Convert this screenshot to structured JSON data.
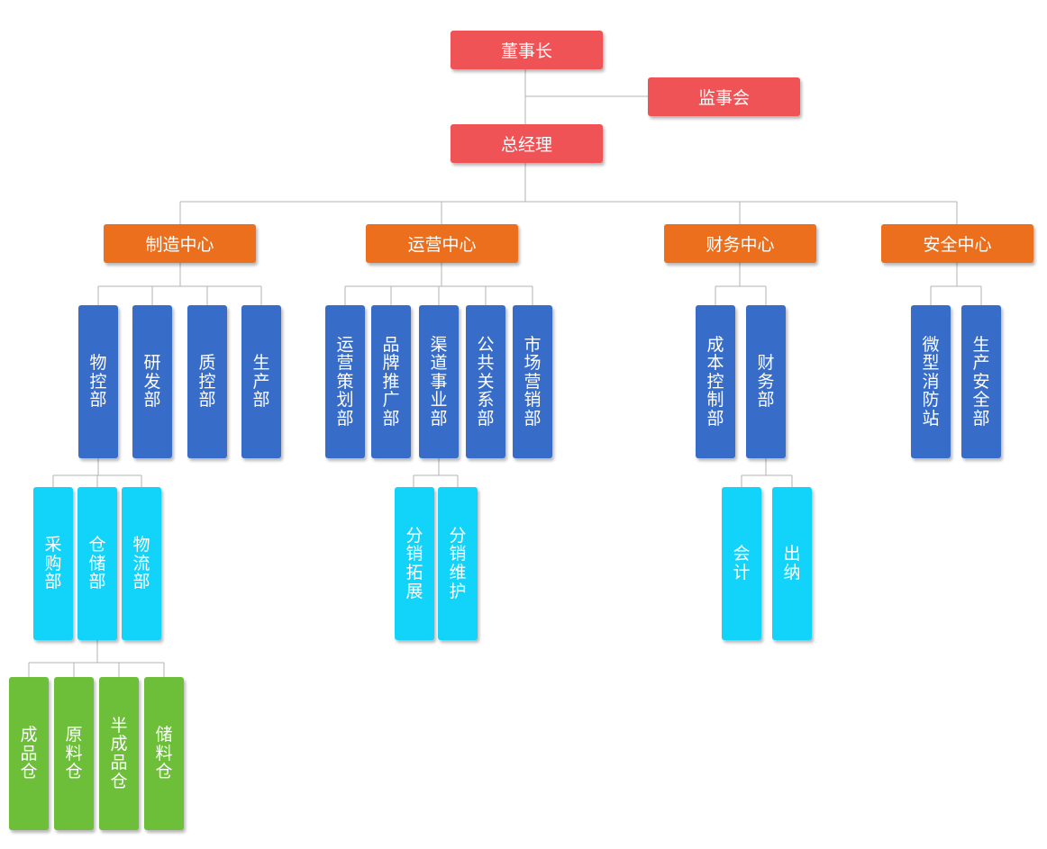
{
  "colors": {
    "top": "#f05356",
    "center": "#ec6f1e",
    "department": "#386cc9",
    "sub_department": "#12d3fa",
    "warehouse": "#6dbf3a",
    "connector": "#b3b3b3"
  },
  "top": {
    "chairman": "董事长",
    "supervisory_board": "监事会",
    "general_manager": "总经理"
  },
  "centers": {
    "manufacturing": {
      "label": "制造中心",
      "departments": {
        "materials": {
          "label": "物控部",
          "subs": {
            "purchasing": {
              "label": "采购部"
            },
            "warehousing": {
              "label": "仓储部",
              "warehouses": {
                "finished": "成品仓",
                "raw": "原料仓",
                "semi": "半成品仓",
                "storage": "储料仓"
              }
            },
            "logistics": {
              "label": "物流部"
            }
          }
        },
        "rnd": {
          "label": "研发部"
        },
        "qc": {
          "label": "质控部"
        },
        "production": {
          "label": "生产部"
        }
      }
    },
    "operations": {
      "label": "运营中心",
      "departments": {
        "planning": {
          "label": "运营策划部"
        },
        "brand": {
          "label": "品牌推广部"
        },
        "channel": {
          "label": "渠道事业部",
          "subs": {
            "expansion": {
              "label": "分销拓展"
            },
            "maintenance": {
              "label": "分销维护"
            }
          }
        },
        "pr": {
          "label": "公共关系部"
        },
        "marketing": {
          "label": "市场营销部"
        }
      }
    },
    "finance": {
      "label": "财务中心",
      "departments": {
        "cost": {
          "label": "成本控制部"
        },
        "finance": {
          "label": "财务部",
          "subs": {
            "accounting": {
              "label": "会计"
            },
            "cashier": {
              "label": "出纳"
            }
          }
        }
      }
    },
    "safety": {
      "label": "安全中心",
      "departments": {
        "fire": {
          "label": "微型消防站"
        },
        "production_safety": {
          "label": "生产安全部"
        }
      }
    }
  }
}
